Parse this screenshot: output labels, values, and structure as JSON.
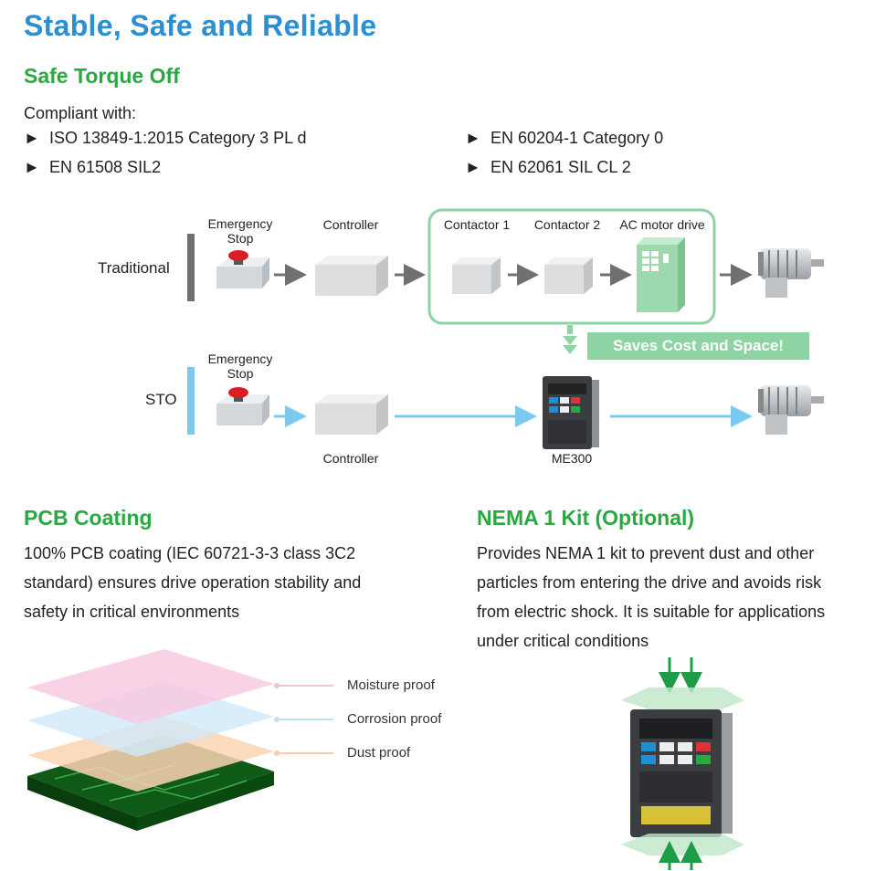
{
  "title": "Stable, Safe and Reliable",
  "sto": {
    "heading": "Safe Torque Off",
    "compliant_label": "Compliant with:",
    "standards": [
      "ISO 13849-1:2015 Category 3 PL d",
      "EN 61508 SIL2",
      "EN 60204-1 Category 0",
      "EN 62061 SIL CL 2"
    ],
    "bullet_glyph": "►"
  },
  "diagram": {
    "traditional_label": "Traditional",
    "sto_label": "STO",
    "emergency_stop_1": "Emergency\nStop",
    "emergency_stop_2": "Emergency\nStop",
    "controller_1": "Controller",
    "controller_2": "Controller",
    "contactor_1": "Contactor 1",
    "contactor_2": "Contactor 2",
    "ac_motor_drive": "AC motor drive",
    "saves": "Saves Cost and Space!",
    "me300": "ME300",
    "colors": {
      "traditional": "#707070",
      "sto": "#7cc9ef",
      "green_frame": "#8ed3a3"
    }
  },
  "pcb": {
    "heading": "PCB Coating",
    "text_lines": [
      "100% PCB coating (IEC 60721-3-3 class 3C2",
      "standard) ensures drive operation stability and",
      "safety in critical environments"
    ],
    "layers": [
      "Moisture proof",
      "Corrosion proof",
      "Dust proof"
    ]
  },
  "nema": {
    "heading": "NEMA 1 Kit (Optional)",
    "text_lines": [
      "Provides NEMA 1 kit to prevent dust and other",
      "particles from entering the drive and avoids risk",
      "from electric shock. It is suitable for applications",
      "under critical conditions"
    ]
  }
}
